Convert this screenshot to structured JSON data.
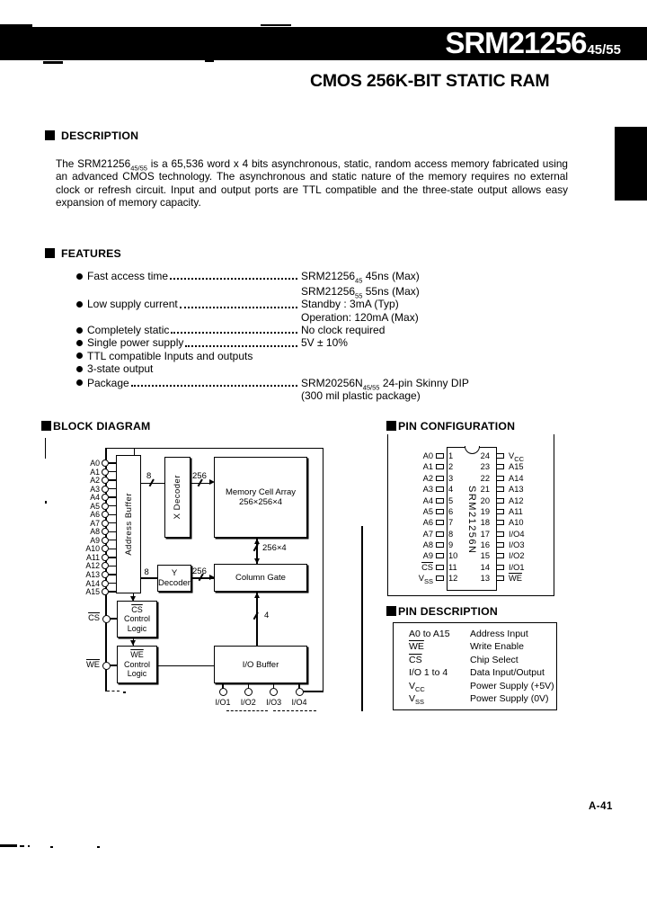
{
  "header": {
    "part_number": "SRM21256",
    "part_suffix": "45/55",
    "subtitle": "CMOS 256K-BIT STATIC RAM"
  },
  "description": {
    "heading": "DESCRIPTION",
    "text_pre": "The SRM21256",
    "text_sub": "45/55",
    "text_post": " is a 65,536 word x 4 bits asynchronous, static, random access memory fabricated using an advanced CMOS technology. The asynchronous and static nature of the memory requires no external clock or refresh circuit.  Input and output ports are TTL compatible and the three-state output allows easy expansion of memory capacity."
  },
  "features": {
    "heading": "FEATURES",
    "rows": [
      {
        "label": "Fast access time",
        "value_pre": "SRM21256",
        "value_sub": "45",
        "value_post": " 45ns (Max)"
      },
      {
        "value_pre": "SRM21256",
        "value_sub": "55",
        "value_post": " 55ns (Max)"
      },
      {
        "label": "Low supply current",
        "value_pre": "Standby : 3mA (Typ)"
      },
      {
        "value_pre": "Operation: 120mA (Max)"
      },
      {
        "label": "Completely static",
        "value_pre": "No clock required"
      },
      {
        "label": "Single power supply",
        "value_pre": "5V ± 10%"
      },
      {
        "label": "TTL compatible Inputs and outputs"
      },
      {
        "label": "3-state output"
      },
      {
        "label": "Package",
        "value_pre": "SRM20256N",
        "value_sub": "45/55",
        "value_post": " 24-pin Skinny DIP"
      },
      {
        "value_pre": "(300 mil plastic package)"
      }
    ]
  },
  "block_diagram": {
    "heading": "BLOCK DIAGRAM",
    "address_pins": [
      "A0",
      "A1",
      "A2",
      "A3",
      "A4",
      "A5",
      "A6",
      "A7",
      "A8",
      "A9",
      "A10",
      "A11",
      "A12",
      "A13",
      "A14",
      "A15"
    ],
    "blocks": {
      "address_buffer": "Address Buffer",
      "x_decoder": "X Decoder",
      "y_decoder_line1": "Y",
      "y_decoder_line2": "Decoder",
      "memory_array_line1": "Memory Cell Array",
      "memory_array_line2": "256×256×4",
      "column_gate": "Column Gate",
      "cs_logic_line1": "CS",
      "cs_logic_line2": "Control",
      "cs_logic_line3": "Logic",
      "we_logic_line1": "WE",
      "we_logic_line2": "Control",
      "we_logic_line3": "Logic",
      "io_buffer": "I/O Buffer"
    },
    "bus_labels": {
      "x_in": "8",
      "x_out": "256",
      "y_in": "8",
      "y_out": "256",
      "array": "256×4",
      "io": "4"
    },
    "control_pins": {
      "cs": "CS",
      "we": "WE"
    },
    "io_pins": [
      "I/O1",
      "I/O2",
      "I/O3",
      "I/O4"
    ]
  },
  "pin_configuration": {
    "heading": "PIN CONFIGURATION",
    "chip_label": "SRM21256N",
    "left_pins": [
      {
        "name": "A0",
        "num": "1"
      },
      {
        "name": "A1",
        "num": "2"
      },
      {
        "name": "A2",
        "num": "3"
      },
      {
        "name": "A3",
        "num": "4"
      },
      {
        "name": "A4",
        "num": "5"
      },
      {
        "name": "A5",
        "num": "6"
      },
      {
        "name": "A6",
        "num": "7"
      },
      {
        "name": "A7",
        "num": "8"
      },
      {
        "name": "A8",
        "num": "9"
      },
      {
        "name": "A9",
        "num": "10"
      },
      {
        "name": "CS",
        "num": "11"
      },
      {
        "name": "V",
        "name_sub": "SS",
        "num": "12"
      }
    ],
    "right_pins": [
      {
        "num": "24",
        "name": "V",
        "name_sub": "CC"
      },
      {
        "num": "23",
        "name": "A15"
      },
      {
        "num": "22",
        "name": "A14"
      },
      {
        "num": "21",
        "name": "A13"
      },
      {
        "num": "20",
        "name": "A12"
      },
      {
        "num": "19",
        "name": "A11"
      },
      {
        "num": "18",
        "name": "A10"
      },
      {
        "num": "17",
        "name": "I/O4"
      },
      {
        "num": "16",
        "name": "I/O3"
      },
      {
        "num": "15",
        "name": "I/O2"
      },
      {
        "num": "14",
        "name": "I/O1"
      },
      {
        "num": "13",
        "name": "WE"
      }
    ]
  },
  "pin_description": {
    "heading": "PIN DESCRIPTION",
    "rows": [
      {
        "name": "A0 to A15",
        "desc": "Address Input"
      },
      {
        "name": "WE",
        "desc": "Write Enable"
      },
      {
        "name": "CS",
        "desc": "Chip Select"
      },
      {
        "name": "I/O 1 to 4",
        "desc": "Data Input/Output"
      },
      {
        "name": "V",
        "name_sub": "CC",
        "desc": "Power Supply (+5V)"
      },
      {
        "name": "V",
        "name_sub": "SS",
        "desc": "Power Supply (0V)"
      }
    ]
  },
  "footer": {
    "page_number": "A-41"
  }
}
